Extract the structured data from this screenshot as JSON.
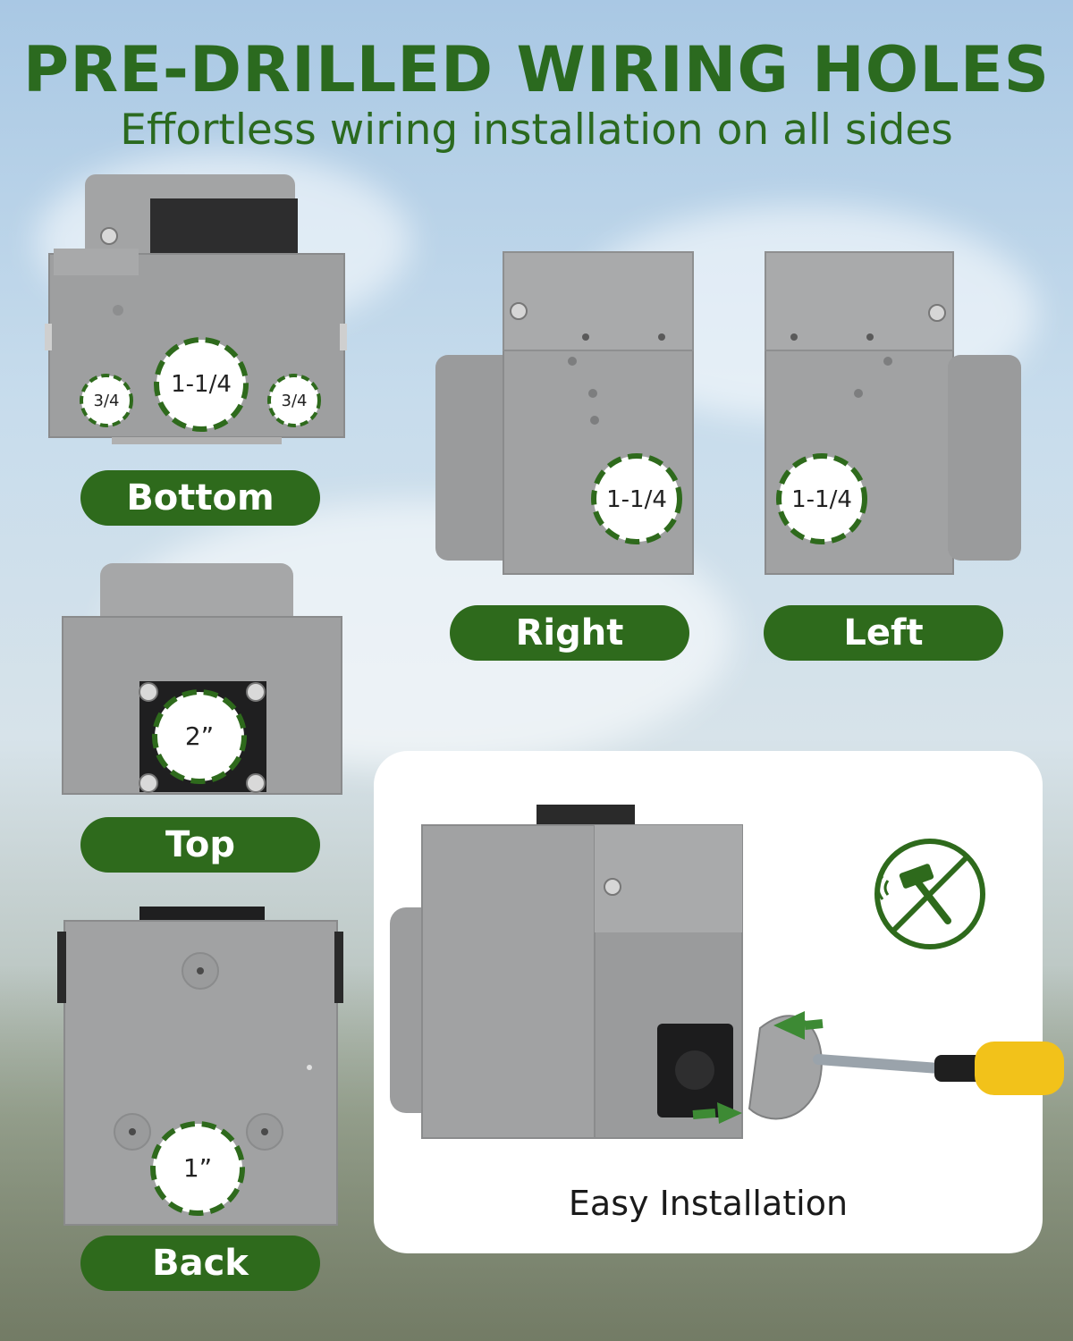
{
  "header": {
    "title": "PRE-DRILLED WIRING HOLES",
    "subtitle": "Effortless wiring installation on all sides"
  },
  "views": {
    "bottom": {
      "label": "Bottom",
      "holes": [
        "3/4",
        "1-1/4",
        "3/4"
      ]
    },
    "right": {
      "label": "Right",
      "holes": [
        "1-1/4"
      ]
    },
    "left": {
      "label": "Left",
      "holes": [
        "1-1/4"
      ]
    },
    "top": {
      "label": "Top",
      "holes": [
        "2”"
      ]
    },
    "back": {
      "label": "Back",
      "holes": [
        "1”"
      ]
    }
  },
  "install": {
    "caption": "Easy Installation",
    "no_tools_icon": "no-hammer-icon"
  },
  "colors": {
    "brand_green": "#2e6a1c",
    "title_green": "#2b6a1f",
    "box_gray": "#9b9c9d"
  }
}
